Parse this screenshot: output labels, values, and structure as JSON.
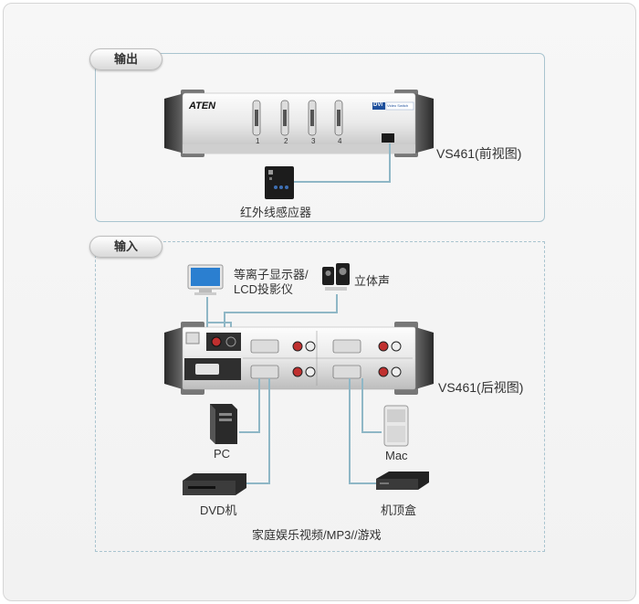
{
  "output_section": {
    "tab_label": "输出",
    "device": {
      "brand": "ATEN",
      "badge": "DVI",
      "badge_text": "Video Switch",
      "port_numbers": [
        "1",
        "2",
        "3",
        "4"
      ]
    },
    "front_label": "VS461(前视图)",
    "ir_label": "红外线感应器"
  },
  "input_section": {
    "tab_label": "输入",
    "display_label_line1": "等离子显示器/",
    "display_label_line2": "LCD投影仪",
    "speaker_label": "立体声",
    "rear_label": "VS461(后视图)",
    "pc_label": "PC",
    "mac_label": "Mac",
    "dvd_label": "DVD机",
    "stb_label": "机顶盒",
    "footer_label": "家庭娱乐视频/MP3//游戏"
  },
  "colors": {
    "connector_line": "#8fb7c6",
    "frame_border": "#d6d6d6",
    "device_body": "#e6e6e6",
    "device_dark": "#3a3a3a",
    "audio_red": "#c0302f"
  }
}
